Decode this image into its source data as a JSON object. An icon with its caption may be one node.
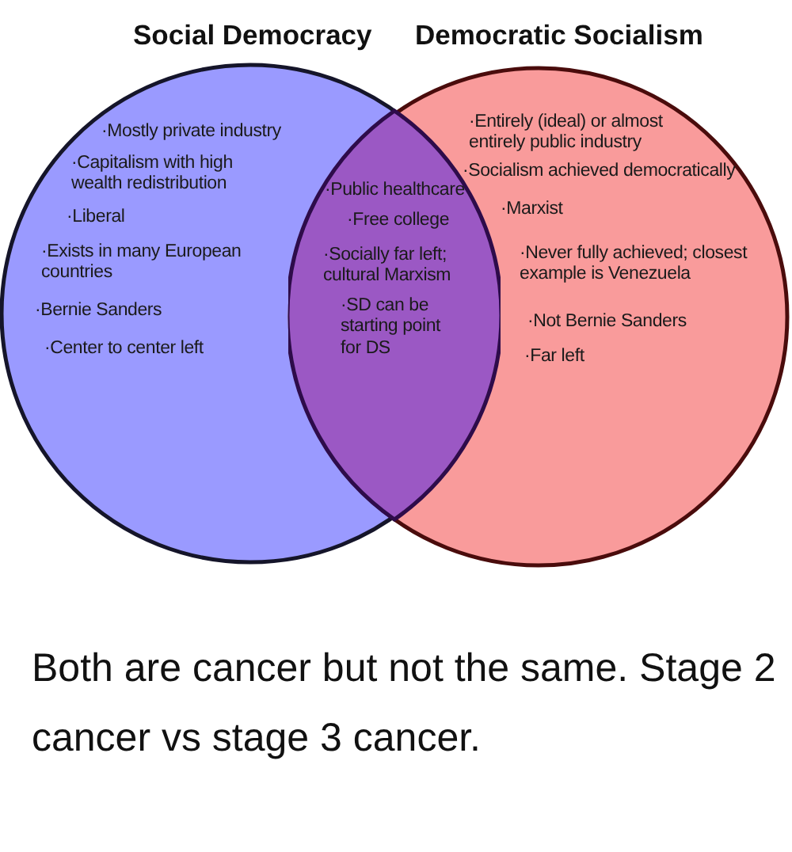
{
  "diagram": {
    "caption": "Both are cancer but not the same. Stage 2 cancer vs stage 3 cancer.",
    "nodes": [
      {
        "text": [
          "Social Democracy",
          "·Mostly private industry",
          "·Capitalism with high wealth redistribution",
          "·Liberal",
          "·Exists in many European countries",
          "·Bernie Sanders",
          "·Center to center left"
        ]
      },
      {
        "text": [
          "Democratic Socialism",
          "·Entirely (ideal) or almost entirely public industry",
          "·Socialism achieved democratically",
          "·Marxist",
          "·Never fully achieved; closest example is Venezuela",
          "·Not Bernie Sanders",
          "·Far left"
        ]
      },
      {
        "text": [
          "·Public healthcare",
          "·Free college",
          "·Socially far left; cultural Marxism",
          "·SD can be starting point for DS"
        ]
      }
    ]
  }
}
